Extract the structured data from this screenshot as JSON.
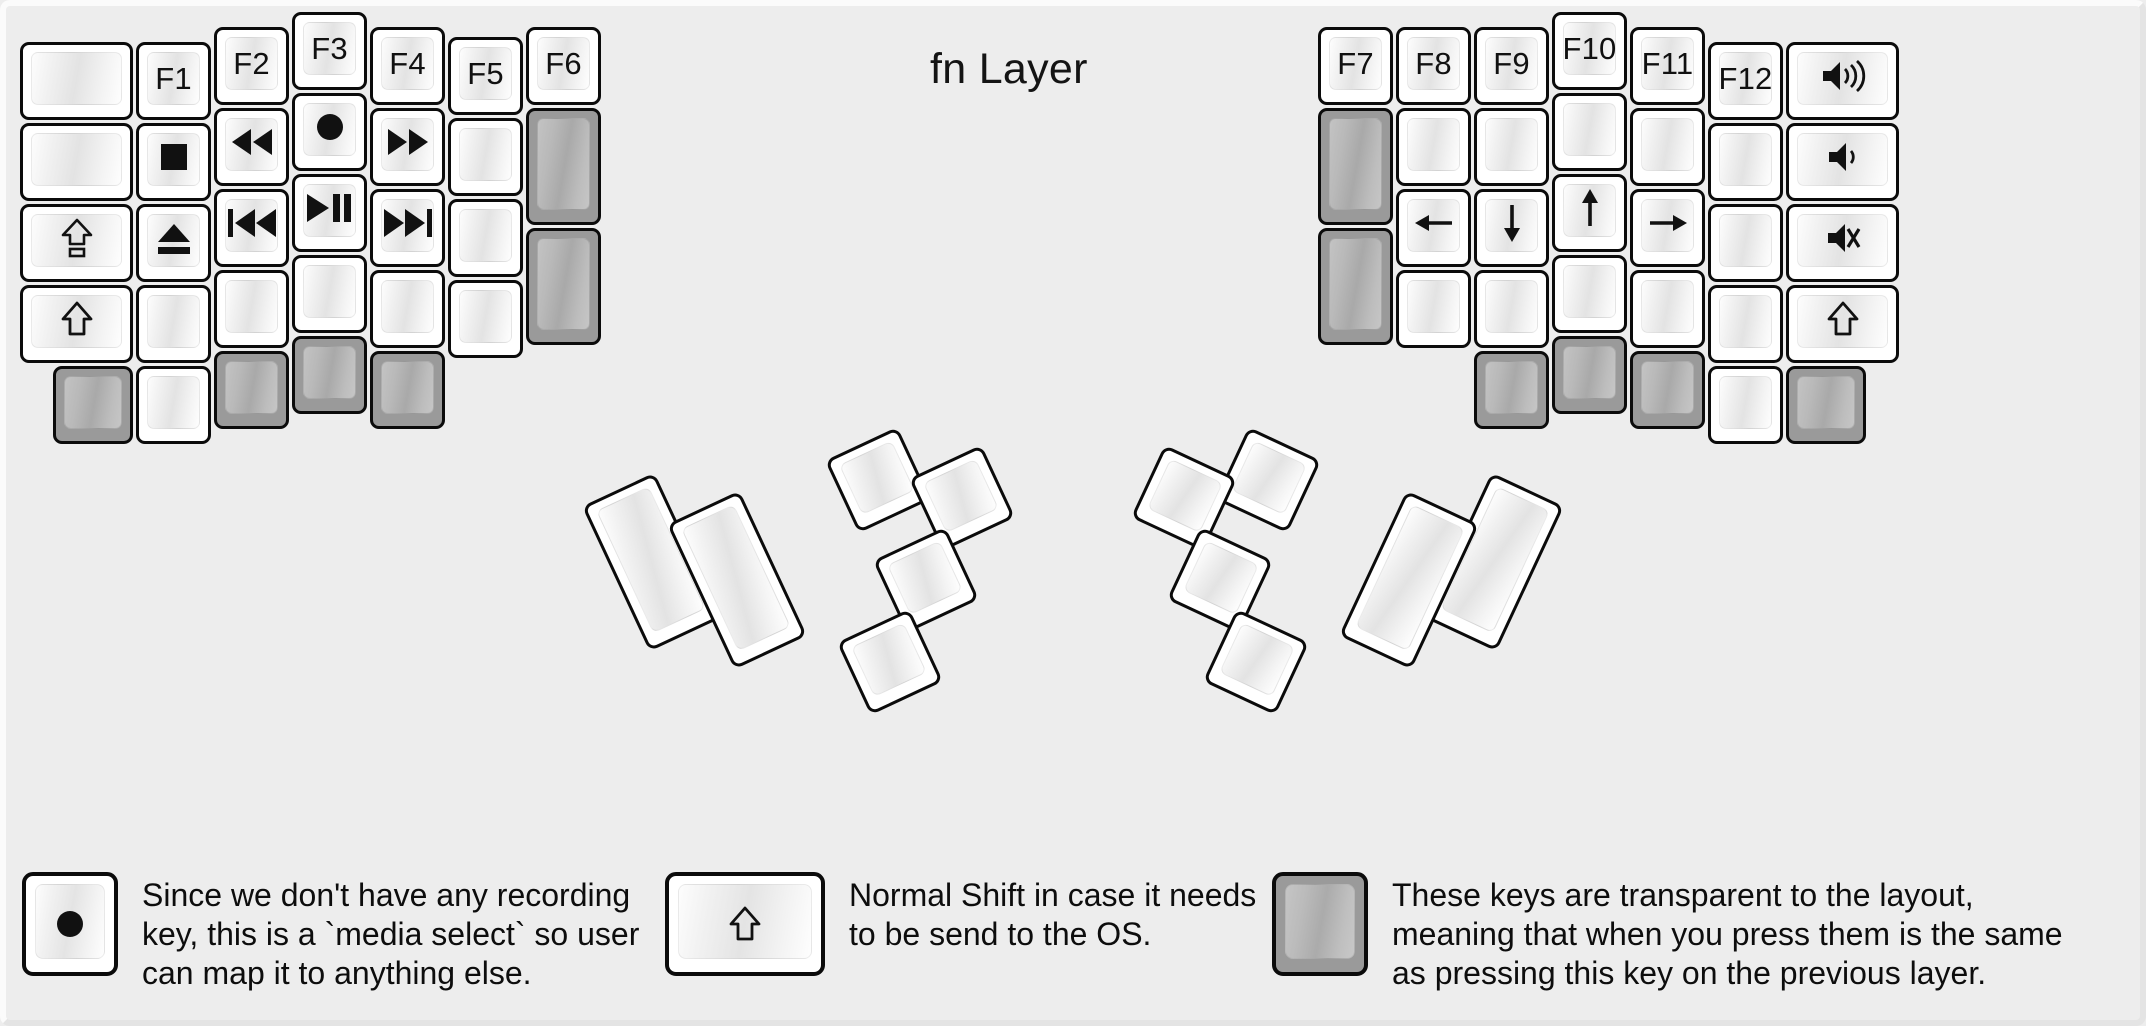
{
  "title": "fn Layer",
  "colors": {
    "background": "#ededed",
    "key_face": "#ffffff",
    "key_transparent": "#9a9a9a",
    "key_border": "#0b0b0b",
    "text": "#111111"
  },
  "glyphs": {
    "record": "●",
    "stop": "■",
    "eject": "⏏",
    "rewind": "◀◀",
    "fast_forward": "▶▶",
    "prev_track": "⏮",
    "play_pause": "▶▐▐",
    "next_track": "⏭",
    "caps_lock": "⇧",
    "shift": "⇧",
    "arrow_left": "←",
    "arrow_down": "↓",
    "arrow_up": "↑",
    "arrow_right": "→",
    "volume_up": "🔊",
    "volume_down": "🔉",
    "mute": "🔇"
  },
  "left_half": {
    "columns": [
      {
        "name": "col-outer-left",
        "keys": [
          {
            "label": "",
            "type": "blank",
            "size": "1.5u"
          },
          {
            "label": "",
            "type": "blank",
            "size": "1.5u"
          },
          {
            "label": "caps-lock",
            "type": "glyph",
            "glyph": "caps_lock",
            "size": "1.5u"
          },
          {
            "label": "shift",
            "type": "glyph",
            "glyph": "shift",
            "size": "1.5u"
          },
          {
            "label": "",
            "type": "transparent",
            "size": "1u"
          }
        ]
      },
      {
        "name": "col-pinky",
        "keys": [
          {
            "label": "F1",
            "type": "text"
          },
          {
            "label": "stop",
            "type": "glyph",
            "glyph": "stop"
          },
          {
            "label": "eject",
            "type": "glyph",
            "glyph": "eject"
          },
          {
            "label": "",
            "type": "blank"
          },
          {
            "label": "",
            "type": "blank"
          }
        ]
      },
      {
        "name": "col-ring",
        "keys": [
          {
            "label": "F2",
            "type": "text"
          },
          {
            "label": "rewind",
            "type": "glyph",
            "glyph": "rewind"
          },
          {
            "label": "previous-track",
            "type": "glyph",
            "glyph": "prev_track"
          },
          {
            "label": "",
            "type": "blank"
          },
          {
            "label": "",
            "type": "transparent"
          }
        ]
      },
      {
        "name": "col-middle",
        "keys": [
          {
            "label": "F3",
            "type": "text"
          },
          {
            "label": "record",
            "type": "glyph",
            "glyph": "record"
          },
          {
            "label": "play-pause",
            "type": "glyph",
            "glyph": "play_pause"
          },
          {
            "label": "",
            "type": "blank"
          },
          {
            "label": "",
            "type": "transparent"
          }
        ]
      },
      {
        "name": "col-index",
        "keys": [
          {
            "label": "F4",
            "type": "text"
          },
          {
            "label": "fast-forward",
            "type": "glyph",
            "glyph": "fast_forward"
          },
          {
            "label": "next-track",
            "type": "glyph",
            "glyph": "next_track"
          },
          {
            "label": "",
            "type": "blank"
          },
          {
            "label": "",
            "type": "transparent"
          }
        ]
      },
      {
        "name": "col-inner",
        "keys": [
          {
            "label": "F5",
            "type": "text"
          },
          {
            "label": "",
            "type": "blank"
          },
          {
            "label": "",
            "type": "blank"
          },
          {
            "label": "",
            "type": "blank"
          }
        ]
      },
      {
        "name": "col-extra",
        "keys": [
          {
            "label": "F6",
            "type": "text"
          },
          {
            "label": "",
            "type": "transparent",
            "size": "1.5u"
          },
          {
            "label": "",
            "type": "transparent",
            "size": "1.5u"
          }
        ]
      }
    ],
    "thumb_cluster": [
      {
        "label": "",
        "type": "blank",
        "size": "2u"
      },
      {
        "label": "",
        "type": "blank",
        "size": "2u"
      },
      {
        "label": "",
        "type": "blank",
        "size": "1u"
      },
      {
        "label": "",
        "type": "blank",
        "size": "1u"
      },
      {
        "label": "",
        "type": "blank",
        "size": "1u"
      },
      {
        "label": "",
        "type": "blank",
        "size": "1u"
      }
    ]
  },
  "right_half": {
    "columns": [
      {
        "name": "col-extra",
        "keys": [
          {
            "label": "F7",
            "type": "text"
          },
          {
            "label": "",
            "type": "transparent",
            "size": "1.5u"
          },
          {
            "label": "",
            "type": "transparent",
            "size": "1.5u"
          }
        ]
      },
      {
        "name": "col-inner",
        "keys": [
          {
            "label": "F8",
            "type": "text"
          },
          {
            "label": "",
            "type": "blank"
          },
          {
            "label": "arrow-left",
            "type": "glyph",
            "glyph": "arrow_left"
          },
          {
            "label": "",
            "type": "blank"
          }
        ]
      },
      {
        "name": "col-index",
        "keys": [
          {
            "label": "F9",
            "type": "text"
          },
          {
            "label": "",
            "type": "blank"
          },
          {
            "label": "arrow-down",
            "type": "glyph",
            "glyph": "arrow_down"
          },
          {
            "label": "",
            "type": "blank"
          },
          {
            "label": "",
            "type": "transparent"
          }
        ]
      },
      {
        "name": "col-middle",
        "keys": [
          {
            "label": "F10",
            "type": "text"
          },
          {
            "label": "",
            "type": "blank"
          },
          {
            "label": "arrow-up",
            "type": "glyph",
            "glyph": "arrow_up"
          },
          {
            "label": "",
            "type": "blank"
          },
          {
            "label": "",
            "type": "transparent"
          }
        ]
      },
      {
        "name": "col-ring",
        "keys": [
          {
            "label": "F11",
            "type": "text"
          },
          {
            "label": "",
            "type": "blank"
          },
          {
            "label": "arrow-right",
            "type": "glyph",
            "glyph": "arrow_right"
          },
          {
            "label": "",
            "type": "blank"
          },
          {
            "label": "",
            "type": "transparent"
          }
        ]
      },
      {
        "name": "col-pinky",
        "keys": [
          {
            "label": "F12",
            "type": "text"
          },
          {
            "label": "",
            "type": "blank"
          },
          {
            "label": "",
            "type": "blank"
          },
          {
            "label": "",
            "type": "blank"
          },
          {
            "label": "",
            "type": "blank"
          }
        ]
      },
      {
        "name": "col-outer-right",
        "keys": [
          {
            "label": "volume-up",
            "type": "glyph",
            "glyph": "volume_up",
            "size": "1.5u"
          },
          {
            "label": "volume-down",
            "type": "glyph",
            "glyph": "volume_down",
            "size": "1.5u"
          },
          {
            "label": "mute",
            "type": "glyph",
            "glyph": "mute",
            "size": "1.5u"
          },
          {
            "label": "shift",
            "type": "glyph",
            "glyph": "shift",
            "size": "1.5u"
          },
          {
            "label": "",
            "type": "transparent",
            "size": "1u"
          }
        ]
      }
    ],
    "thumb_cluster": [
      {
        "label": "",
        "type": "blank",
        "size": "1u"
      },
      {
        "label": "",
        "type": "blank",
        "size": "1u"
      },
      {
        "label": "",
        "type": "blank",
        "size": "1u"
      },
      {
        "label": "",
        "type": "blank",
        "size": "1u"
      },
      {
        "label": "",
        "type": "blank",
        "size": "2u"
      },
      {
        "label": "",
        "type": "blank",
        "size": "2u"
      }
    ]
  },
  "legend": {
    "items": [
      {
        "key_glyph": "record",
        "key_type": "white",
        "text": "Since we don't have any recording\nkey, this is a `media select` so user\ncan map it to anything else."
      },
      {
        "key_glyph": "shift",
        "key_type": "white",
        "text": "Normal Shift in case it needs\nto be send to the OS."
      },
      {
        "key_glyph": "",
        "key_type": "gray",
        "text": "These keys are transparent to the layout,\nmeaning that when you press them is the same\nas pressing this key on the previous layer."
      }
    ]
  }
}
